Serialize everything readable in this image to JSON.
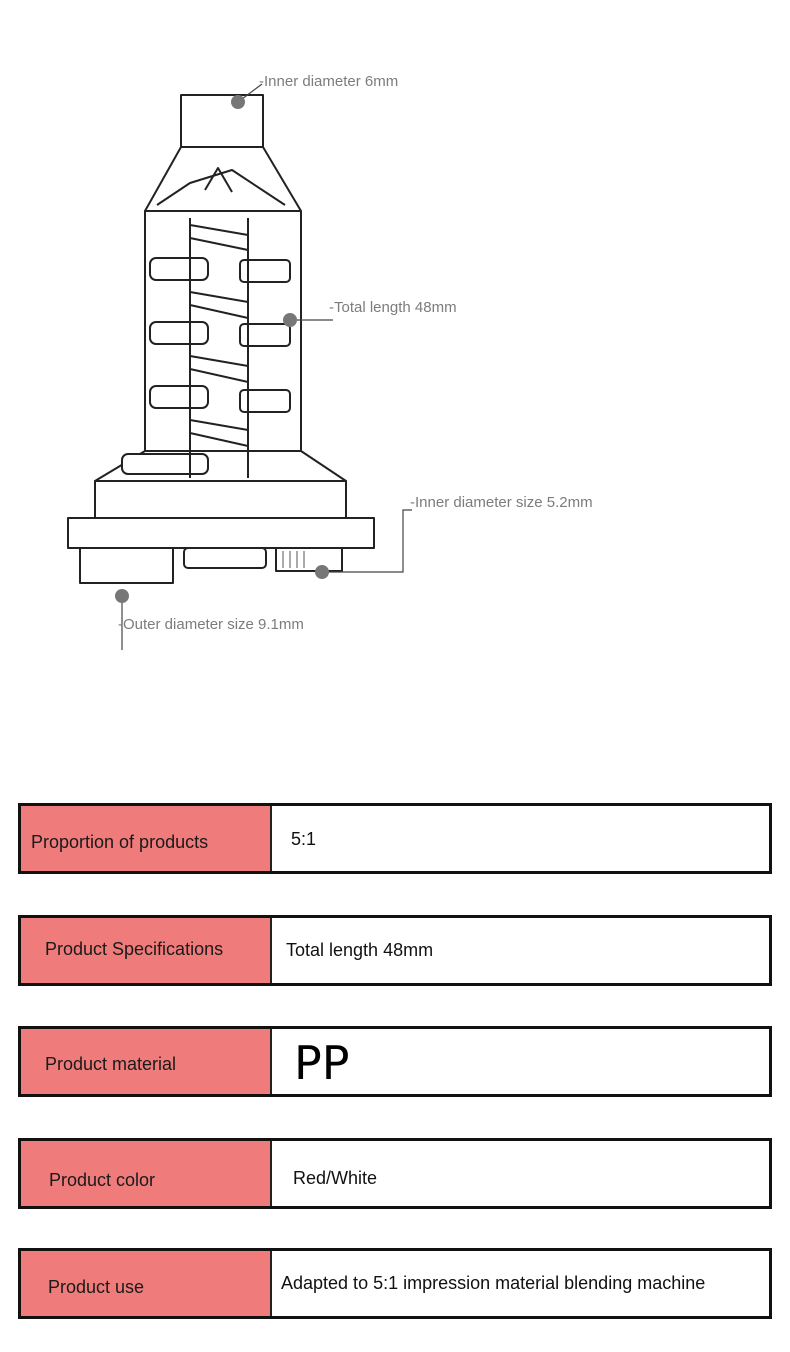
{
  "diagram": {
    "callouts": {
      "inner_diameter_top": "-Inner diameter 6mm",
      "total_length": "-Total length 48mm",
      "inner_diameter_bottom": "-Inner diameter size 5.2mm",
      "outer_diameter": "-Outer diameter size 9.1mm"
    }
  },
  "specs": [
    {
      "label": "Proportion of products",
      "value": "5:1"
    },
    {
      "label": "Product Specifications",
      "value": "Total length 48mm"
    },
    {
      "label": "Product material",
      "value": "PP"
    },
    {
      "label": "Product color",
      "value": "Red/White"
    },
    {
      "label": "Product use",
      "value": "Adapted to 5:1 impression material blending machine"
    }
  ],
  "colors": {
    "label_fill": "#ef7b7b",
    "border": "#111111",
    "callout_text": "#7c7c7c"
  }
}
